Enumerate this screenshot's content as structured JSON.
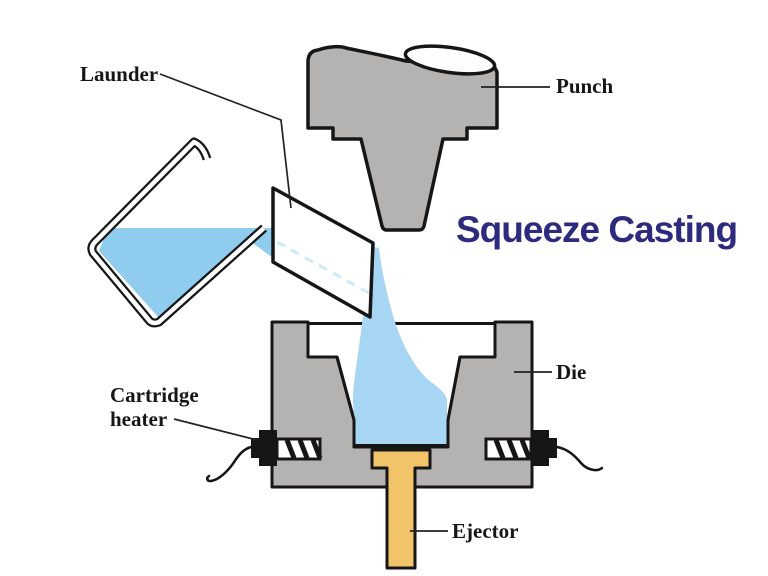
{
  "title": {
    "text": "Squeeze Casting",
    "color": "#2e2a7d"
  },
  "labels": {
    "launder": "Launder",
    "punch": "Punch",
    "die": "Die",
    "cartridge_heater_line1": "Cartridge",
    "cartridge_heater_line2": "heater",
    "ejector": "Ejector"
  },
  "colors": {
    "metal_gray": "#b5b3b2",
    "outline_black": "#161616",
    "molten_metal_blue": "#a6d6f3",
    "ladle_liquid_blue": "#8fccee",
    "flow_dash_cyan": "#c9ecf8",
    "ejector_orange": "#f2c469",
    "cavity_white": "#ffffff"
  }
}
